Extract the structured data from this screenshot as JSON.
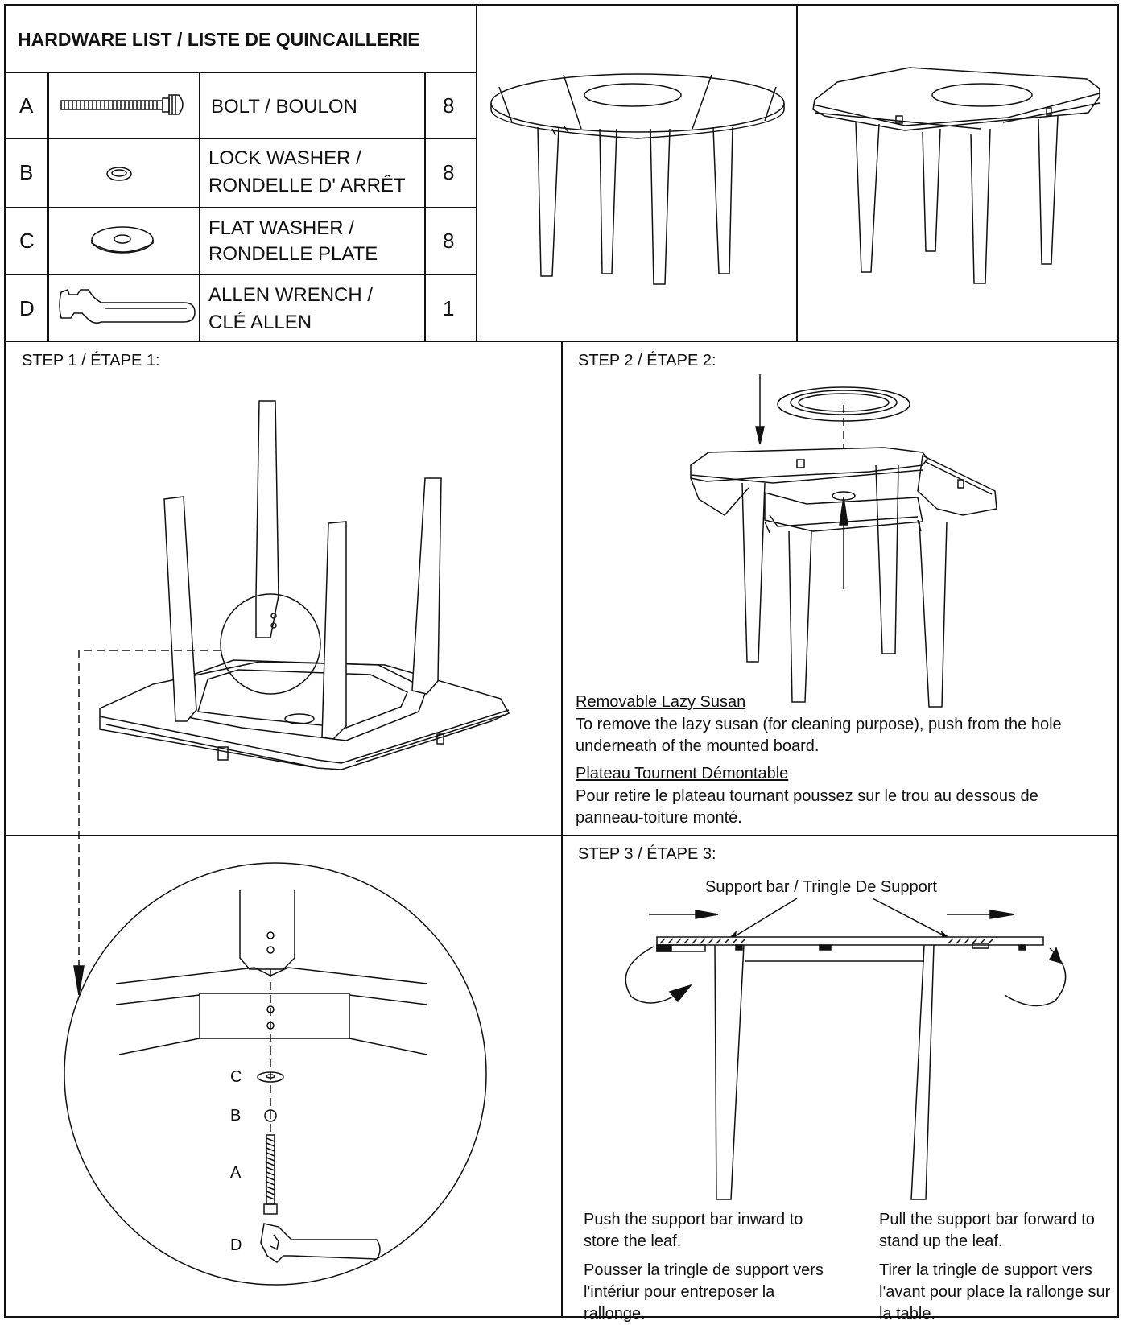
{
  "hardware": {
    "title": "HARDWARE LIST / LISTE DE QUINCAILLERIE",
    "items": [
      {
        "letter": "A",
        "line1": "BOLT / BOULON",
        "line2": "",
        "qty": "8",
        "icon": "bolt-icon"
      },
      {
        "letter": "B",
        "line1": "LOCK WASHER /",
        "line2": "RONDELLE D' ARRÊT",
        "qty": "8",
        "icon": "lock-washer-icon"
      },
      {
        "letter": "C",
        "line1": "FLAT WASHER /",
        "line2": "RONDELLE PLATE",
        "qty": "8",
        "icon": "flat-washer-icon"
      },
      {
        "letter": "D",
        "line1": "ALLEN WRENCH /",
        "line2": "CLÉ ALLEN",
        "qty": "1",
        "icon": "allen-wrench-icon"
      }
    ]
  },
  "step1": {
    "title": "STEP 1 / ÉTAPE 1:",
    "detail_labels": {
      "c": "C",
      "b": "B",
      "a": "A",
      "d": "D"
    }
  },
  "step2": {
    "title": "STEP 2 / ÉTAPE 2:",
    "en_heading": "Removable Lazy Susan",
    "en_text": "To remove the lazy susan (for cleaning purpose), push from the hole underneath of the mounted board.",
    "fr_heading": "Plateau Tournent Démontable",
    "fr_text": "Pour retire le plateau tournant poussez sur le trou au dessous de panneau-toiture monté."
  },
  "step3": {
    "title": "STEP 3 / ÉTAPE 3:",
    "callout": "Support bar / Tringle De Support",
    "left_en": "Push the support bar inward to store the leaf.",
    "left_fr": "Pousser la tringle de support vers l'intériur pour entreposer la rallonge.",
    "right_en": "Pull the support bar forward to stand up the leaf.",
    "right_fr": "Tirer la tringle de support vers l'avant pour place la rallonge sur la table."
  }
}
